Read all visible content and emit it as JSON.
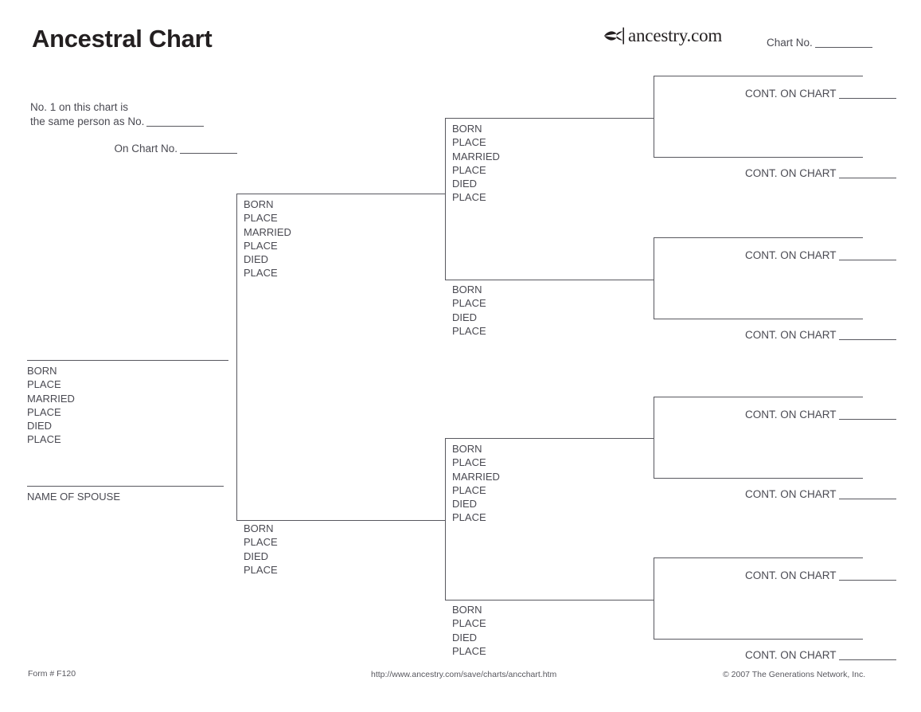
{
  "header": {
    "title": "Ancestral Chart",
    "brand": "ancestry.com",
    "brand_icon": "ancestry-leaf-icon",
    "chart_no_label": "Chart No."
  },
  "note": {
    "line1": "No. 1 on this chart is",
    "line2": "the same person as No.",
    "line3": "On Chart No."
  },
  "labels": {
    "born": "BORN",
    "place": "PLACE",
    "married": "MARRIED",
    "died": "DIED",
    "name_of_spouse": "NAME OF SPOUSE",
    "cont_on_chart": "CONT. ON CHART"
  },
  "person1": {
    "fields": [
      "BORN",
      "PLACE",
      "MARRIED",
      "DIED",
      "PLACE"
    ],
    "field_list": [
      "BORN",
      "PLACE",
      "MARRIED",
      "PLACE",
      "DIED",
      "PLACE"
    ],
    "spouse_label": "NAME OF SPOUSE"
  },
  "generation2": [
    {
      "role": "father",
      "fields": [
        "BORN",
        "PLACE",
        "MARRIED",
        "PLACE",
        "DIED",
        "PLACE"
      ]
    },
    {
      "role": "mother",
      "fields": [
        "BORN",
        "PLACE",
        "DIED",
        "PLACE"
      ]
    }
  ],
  "generation3": [
    {
      "role": "paternal-grandfather",
      "fields": [
        "BORN",
        "PLACE",
        "MARRIED",
        "PLACE",
        "DIED",
        "PLACE"
      ]
    },
    {
      "role": "paternal-grandmother",
      "fields": [
        "BORN",
        "PLACE",
        "DIED",
        "PLACE"
      ]
    },
    {
      "role": "maternal-grandfather",
      "fields": [
        "BORN",
        "PLACE",
        "MARRIED",
        "PLACE",
        "DIED",
        "PLACE"
      ]
    },
    {
      "role": "maternal-grandmother",
      "fields": [
        "BORN",
        "PLACE",
        "DIED",
        "PLACE"
      ]
    }
  ],
  "generation4": [
    {
      "label": "CONT. ON CHART"
    },
    {
      "label": "CONT. ON CHART"
    },
    {
      "label": "CONT. ON CHART"
    },
    {
      "label": "CONT. ON CHART"
    },
    {
      "label": "CONT. ON CHART"
    },
    {
      "label": "CONT. ON CHART"
    },
    {
      "label": "CONT. ON CHART"
    },
    {
      "label": "CONT. ON CHART"
    }
  ],
  "footer": {
    "form": "Form # F120",
    "url": "http://www.ancestry.com/save/charts/ancchart.htm",
    "copyright": "© 2007 The Generations Network, Inc."
  },
  "colors": {
    "ink": "#4a4a52",
    "title": "#231f20",
    "rule": "#58585f",
    "background": "#ffffff"
  }
}
